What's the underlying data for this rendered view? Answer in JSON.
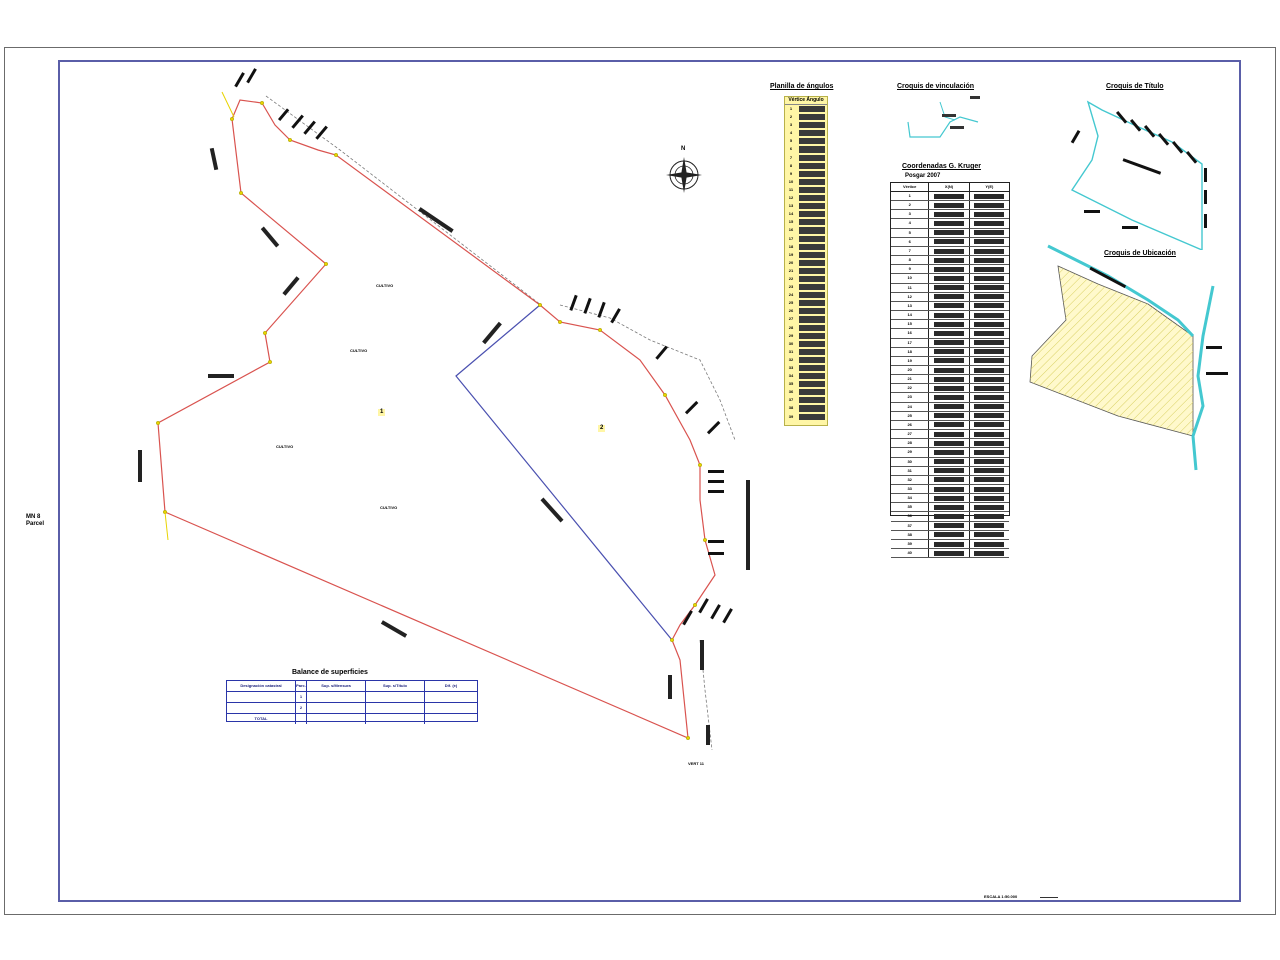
{
  "drawing": {
    "side_label_1": "MN 8",
    "side_label_2": "Parcel",
    "scale_note": "ESCALA 1:50.000",
    "north_letter": "N",
    "parcel_1_number": "1",
    "parcel_2_number": "2",
    "zone_labels": [
      "CULTIVO",
      "CULTIVO",
      "CULTIVO",
      "CULTIVO"
    ],
    "bottom_point": "VERT 11"
  },
  "angles_table": {
    "title": "Planilla de ángulos",
    "header": "Vértice Ángulo",
    "rows": [
      "1",
      "2",
      "3",
      "4",
      "5",
      "6",
      "7",
      "8",
      "9",
      "10",
      "11",
      "12",
      "13",
      "14",
      "15",
      "16",
      "17",
      "18",
      "19",
      "20",
      "21",
      "22",
      "23",
      "24",
      "25",
      "26",
      "27",
      "28",
      "29",
      "30",
      "31",
      "32",
      "33",
      "34",
      "35",
      "36",
      "37",
      "38",
      "39"
    ]
  },
  "vinculation": {
    "title": "Croquis de vinculación"
  },
  "coords_table": {
    "title": "Coordenadas G. Kruger",
    "subtitle": "Posgar 2007",
    "headers": [
      "Vértice",
      "X(N)",
      "Y(E)"
    ],
    "rows": [
      "1",
      "2",
      "3",
      "4",
      "5",
      "6",
      "7",
      "8",
      "9",
      "10",
      "11",
      "12",
      "13",
      "14",
      "15",
      "16",
      "17",
      "18",
      "19",
      "20",
      "21",
      "22",
      "23",
      "24",
      "25",
      "26",
      "27",
      "28",
      "29",
      "30",
      "31",
      "32",
      "33",
      "34",
      "35",
      "36",
      "37",
      "38",
      "39",
      "40"
    ]
  },
  "title_sketch": {
    "title": "Croquis de Título"
  },
  "location_sketch": {
    "title": "Croquis de Ubicación"
  },
  "balance": {
    "title": "Balance de superficies",
    "headers": [
      "Designación catastral",
      "Parc.",
      "Sup. s/Mensura",
      "Sup. s/Título",
      "Dif. (±)"
    ],
    "row1": [
      "",
      "1",
      "",
      "",
      ""
    ],
    "row2": [
      "",
      "2",
      "",
      "",
      ""
    ],
    "total_label": "TOTAL"
  },
  "colors": {
    "boundary": "#d9534f",
    "division": "#4a50b0",
    "frame": "#5a5ea8",
    "highlight": "#fff6a6",
    "river": "#44c8d0"
  }
}
